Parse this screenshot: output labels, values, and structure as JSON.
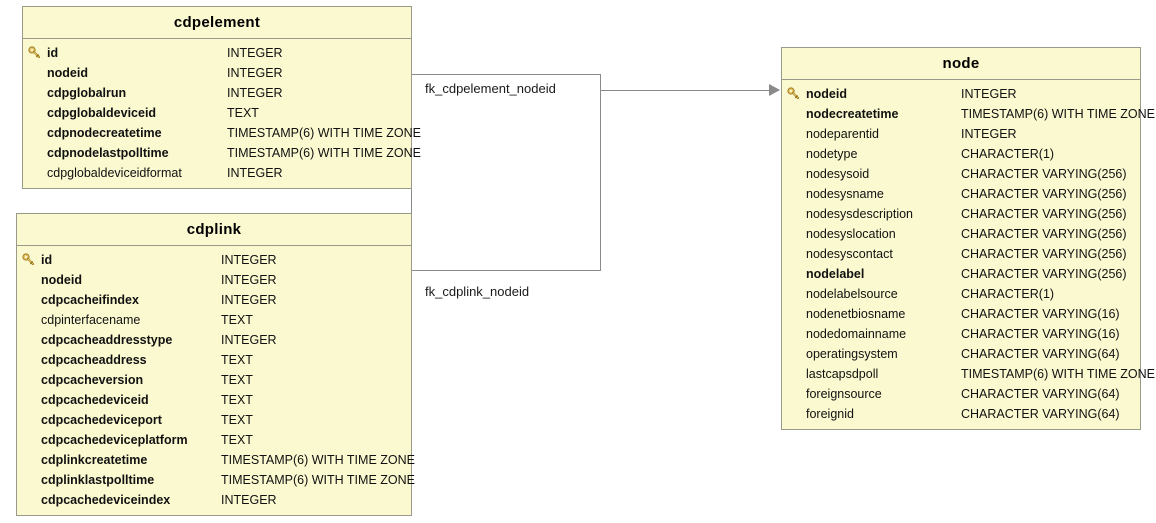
{
  "diagram": {
    "kind": "entity-relationship-diagram",
    "background_color": "#ffffff",
    "entity_fill_color": "#fbf9d0",
    "entity_border_color": "#9a9a8a",
    "connector_color": "#8a8a8a",
    "key_icon_color": "#d6a935"
  },
  "entities": [
    {
      "name": "cdpelement",
      "attributes": [
        {
          "key": true,
          "bold": true,
          "name": "id",
          "type": "INTEGER"
        },
        {
          "key": false,
          "bold": true,
          "name": "nodeid",
          "type": "INTEGER"
        },
        {
          "key": false,
          "bold": true,
          "name": "cdpglobalrun",
          "type": "INTEGER"
        },
        {
          "key": false,
          "bold": true,
          "name": "cdpglobaldeviceid",
          "type": "TEXT"
        },
        {
          "key": false,
          "bold": true,
          "name": "cdpnodecreatetime",
          "type": "TIMESTAMP(6) WITH TIME ZONE"
        },
        {
          "key": false,
          "bold": true,
          "name": "cdpnodelastpolltime",
          "type": "TIMESTAMP(6) WITH TIME ZONE"
        },
        {
          "key": false,
          "bold": false,
          "name": "cdpglobaldeviceidformat",
          "type": "INTEGER"
        }
      ]
    },
    {
      "name": "cdplink",
      "attributes": [
        {
          "key": true,
          "bold": true,
          "name": "id",
          "type": "INTEGER"
        },
        {
          "key": false,
          "bold": true,
          "name": "nodeid",
          "type": "INTEGER"
        },
        {
          "key": false,
          "bold": true,
          "name": "cdpcacheifindex",
          "type": "INTEGER"
        },
        {
          "key": false,
          "bold": false,
          "name": "cdpinterfacename",
          "type": "TEXT"
        },
        {
          "key": false,
          "bold": true,
          "name": "cdpcacheaddresstype",
          "type": "INTEGER"
        },
        {
          "key": false,
          "bold": true,
          "name": "cdpcacheaddress",
          "type": "TEXT"
        },
        {
          "key": false,
          "bold": true,
          "name": "cdpcacheversion",
          "type": "TEXT"
        },
        {
          "key": false,
          "bold": true,
          "name": "cdpcachedeviceid",
          "type": "TEXT"
        },
        {
          "key": false,
          "bold": true,
          "name": "cdpcachedeviceport",
          "type": "TEXT"
        },
        {
          "key": false,
          "bold": true,
          "name": "cdpcachedeviceplatform",
          "type": "TEXT"
        },
        {
          "key": false,
          "bold": true,
          "name": "cdplinkcreatetime",
          "type": "TIMESTAMP(6) WITH TIME ZONE"
        },
        {
          "key": false,
          "bold": true,
          "name": "cdplinklastpolltime",
          "type": "TIMESTAMP(6) WITH TIME ZONE"
        },
        {
          "key": false,
          "bold": true,
          "name": "cdpcachedeviceindex",
          "type": "INTEGER"
        }
      ]
    },
    {
      "name": "node",
      "attributes": [
        {
          "key": true,
          "bold": true,
          "name": "nodeid",
          "type": "INTEGER"
        },
        {
          "key": false,
          "bold": true,
          "name": "nodecreatetime",
          "type": "TIMESTAMP(6) WITH TIME ZONE"
        },
        {
          "key": false,
          "bold": false,
          "name": "nodeparentid",
          "type": "INTEGER"
        },
        {
          "key": false,
          "bold": false,
          "name": "nodetype",
          "type": "CHARACTER(1)"
        },
        {
          "key": false,
          "bold": false,
          "name": "nodesysoid",
          "type": "CHARACTER VARYING(256)"
        },
        {
          "key": false,
          "bold": false,
          "name": "nodesysname",
          "type": "CHARACTER VARYING(256)"
        },
        {
          "key": false,
          "bold": false,
          "name": "nodesysdescription",
          "type": "CHARACTER VARYING(256)"
        },
        {
          "key": false,
          "bold": false,
          "name": "nodesyslocation",
          "type": "CHARACTER VARYING(256)"
        },
        {
          "key": false,
          "bold": false,
          "name": "nodesyscontact",
          "type": "CHARACTER VARYING(256)"
        },
        {
          "key": false,
          "bold": true,
          "name": "nodelabel",
          "type": "CHARACTER VARYING(256)"
        },
        {
          "key": false,
          "bold": false,
          "name": "nodelabelsource",
          "type": "CHARACTER(1)"
        },
        {
          "key": false,
          "bold": false,
          "name": "nodenetbiosname",
          "type": "CHARACTER VARYING(16)"
        },
        {
          "key": false,
          "bold": false,
          "name": "nodedomainname",
          "type": "CHARACTER VARYING(16)"
        },
        {
          "key": false,
          "bold": false,
          "name": "operatingsystem",
          "type": "CHARACTER VARYING(64)"
        },
        {
          "key": false,
          "bold": false,
          "name": "lastcapsdpoll",
          "type": "TIMESTAMP(6) WITH TIME ZONE"
        },
        {
          "key": false,
          "bold": false,
          "name": "foreignsource",
          "type": "CHARACTER VARYING(64)"
        },
        {
          "key": false,
          "bold": false,
          "name": "foreignid",
          "type": "CHARACTER VARYING(64)"
        }
      ]
    }
  ],
  "relationships": [
    {
      "label": "fk_cdpelement_nodeid",
      "from": "cdpelement",
      "to": "node"
    },
    {
      "label": "fk_cdplink_nodeid",
      "from": "cdplink",
      "to": "node"
    }
  ]
}
